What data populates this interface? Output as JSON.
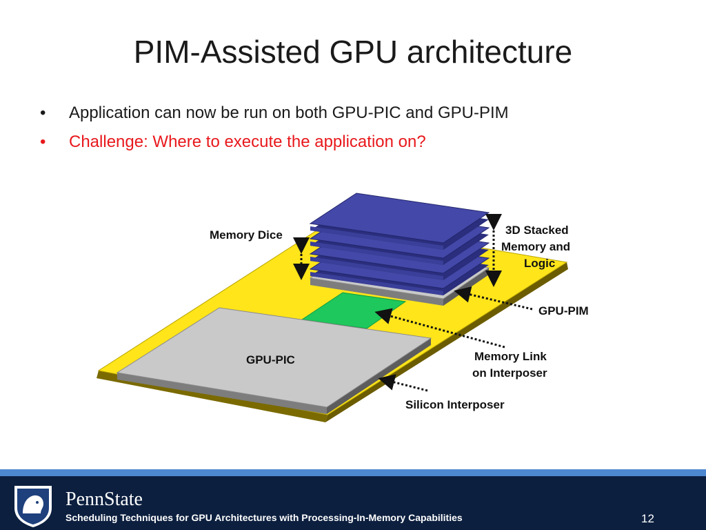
{
  "slide": {
    "title": "PIM-Assisted GPU architecture",
    "bullets": [
      {
        "text": "Application can now be run on both GPU-PIC and GPU-PIM",
        "color": "#1a1a1a"
      },
      {
        "text": "Challenge: Where to execute the application on?",
        "color": "#e8181c"
      }
    ],
    "bullet_glyph": "•"
  },
  "diagram": {
    "labels": {
      "memory_dice": "Memory Dice",
      "stacked_line1": "3D Stacked",
      "stacked_line2": "Memory and",
      "stacked_line3": "Logic",
      "gpu_pim": "GPU-PIM",
      "gpu_pic": "GPU-PIC",
      "memory_link_line1": "Memory Link",
      "memory_link_line2": "on Interposer",
      "silicon_interposer": "Silicon Interposer"
    },
    "colors": {
      "interposer": "#ffe51a",
      "chip_gray": "#c9c9c9",
      "memory_blue": "#3a3f9a",
      "memory_link": "#1ec85c"
    }
  },
  "footer": {
    "brand": "PennState",
    "subtitle": "Scheduling Techniques for GPU Architectures with Processing-In-Memory Capabilities",
    "page_number": "12",
    "logo_icon": "nittany-lion-shield-icon"
  }
}
